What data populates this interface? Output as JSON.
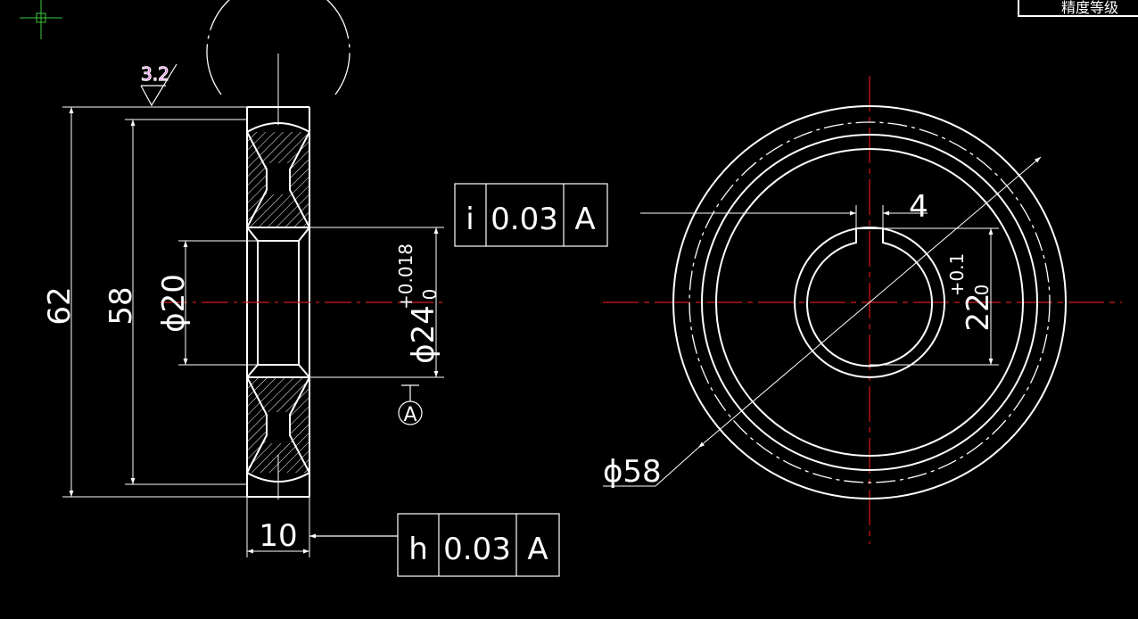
{
  "colors": {
    "background": "#000000",
    "outline": "#ffffff",
    "centerline": "#d41818",
    "surface_symbol": "#e020e0",
    "cursor": "#3fc83f"
  },
  "title_block": {
    "label": "精度等级"
  },
  "side_view": {
    "surface_roughness": "3.2",
    "dim_outer": "62",
    "dim_root": "58",
    "dim_phi20": "ϕ20",
    "dim_bore": "ϕ24",
    "dim_bore_upper_tol": "+0.018",
    "dim_bore_lower_tol": "0",
    "dim_width": "10",
    "datum_label": "A"
  },
  "tolerance_frames": [
    {
      "symbol": "i",
      "value": "0.03",
      "datum": "A"
    },
    {
      "symbol": "h",
      "value": "0.03",
      "datum": "A"
    }
  ],
  "front_view": {
    "dim_keyway_width": "4",
    "dim_keyway_depth": "22",
    "dim_keyway_upper_tol": "+0.1",
    "dim_keyway_lower_tol": "0",
    "dim_diameter": "ϕ58"
  }
}
